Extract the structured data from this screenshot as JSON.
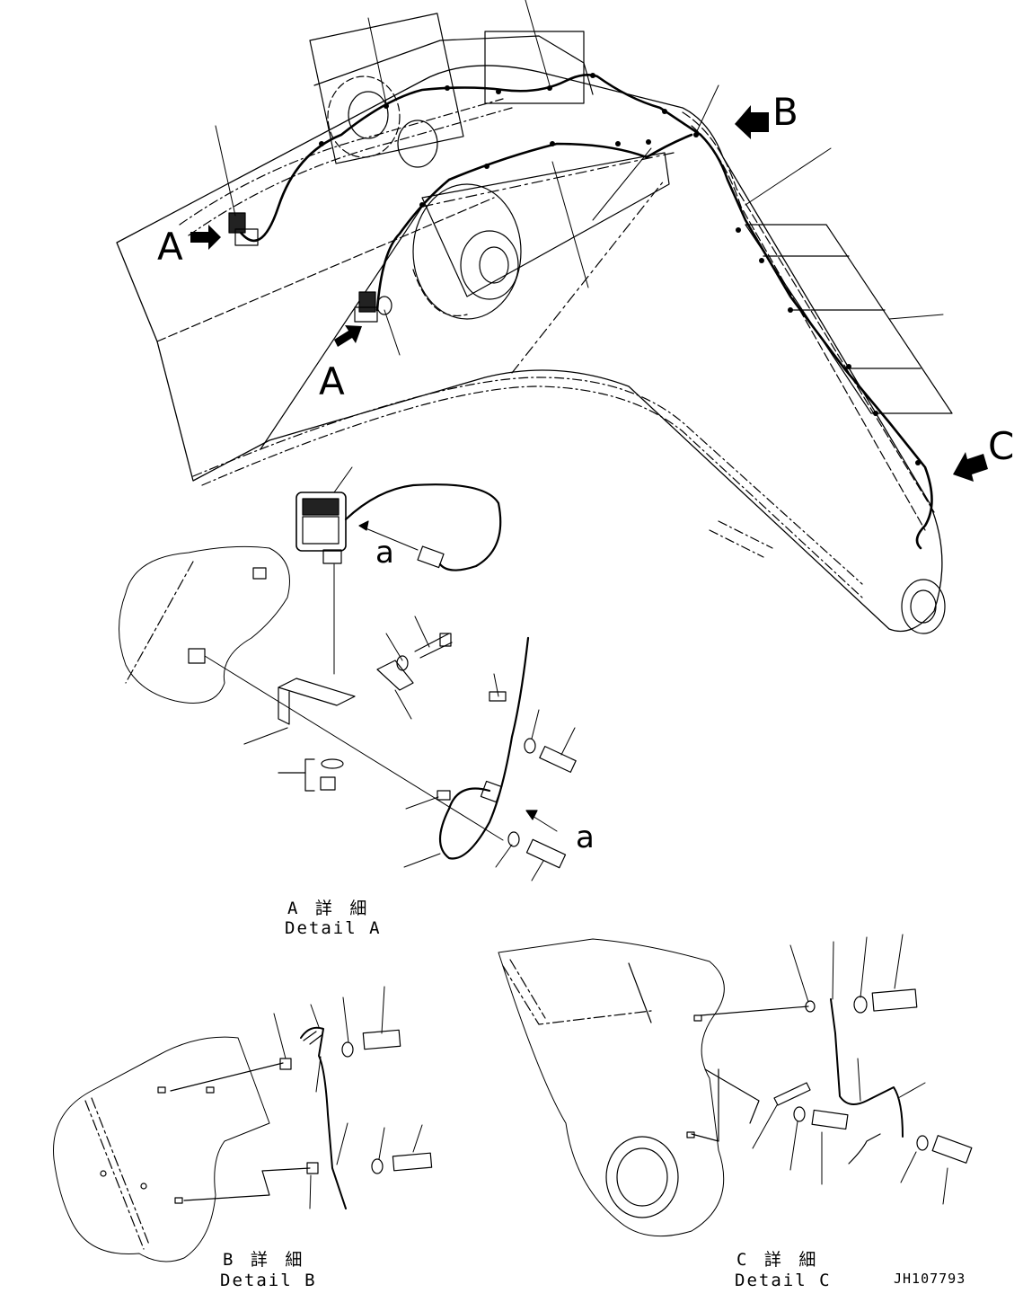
{
  "drawing_code": "JH107793",
  "views": {
    "arrow_a1": "A",
    "arrow_a2": "A",
    "arrow_b": "B",
    "arrow_c": "C",
    "connector_a1": "a",
    "connector_a2": "a"
  },
  "captions": {
    "detail_a_jp": "A 詳 細",
    "detail_a_en": "Detail A",
    "detail_b_jp": "B 詳 細",
    "detail_b_en": "Detail B",
    "detail_c_jp": "C 詳 細",
    "detail_c_en": "Detail C"
  }
}
